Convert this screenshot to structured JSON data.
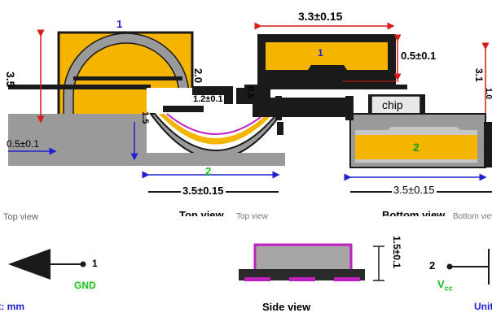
{
  "top_left": {
    "pad_number": "1",
    "dim_height": "3.5",
    "dim_width_a": "2.0",
    "dim_width_b": "0.5",
    "dim_small": "1.2±0.1",
    "dim_side": "1.5",
    "dim_edge": "0.5±0.1",
    "pad_number_bottom": "2",
    "dim_bottom_width": "3.5±0.15"
  },
  "top_right": {
    "dim_top_width": "3.3±0.15",
    "pad_number_top": "1",
    "dim_gap": "0.5±0.1",
    "chip_label": "chip",
    "pad_number_bottom": "2",
    "dim_right_a": "3.1",
    "dim_right_b": "1.0",
    "dim_bottom_width": "3.5±0.15"
  },
  "view_labels": {
    "left_fragment": "Top view",
    "top_view": "Top view",
    "top_view_ghost": "Top view",
    "bottom_view": "Bottom view",
    "bottom_view_ghost": "Bottom view"
  },
  "symbol": {
    "pin1_number": "1",
    "pin1_name": "GND",
    "pin2_number": "2",
    "pin2_name_main": "V",
    "pin2_name_sub": "cc"
  },
  "side": {
    "dim_height": "1.5±0.1",
    "label": "Side view"
  },
  "units": {
    "left": "Unit: mm",
    "right": "Unit: mm"
  },
  "colors": {
    "pad_gold": "#f5b400",
    "dark": "#1a1a1a",
    "gray": "#a6a6a6",
    "arrow_blue": "#1f1fd1",
    "dim_red": "#d81b1b",
    "pad_green": "#19c219",
    "magenta": "#c020c0"
  }
}
